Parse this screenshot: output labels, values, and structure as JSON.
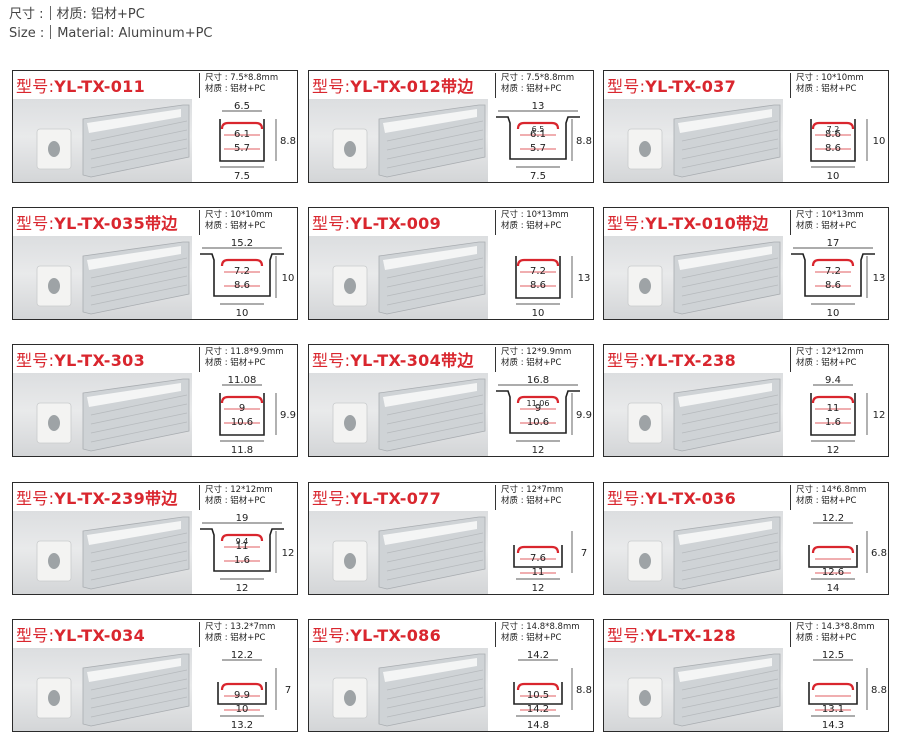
{
  "header": {
    "size_label_cn": "尺寸 :",
    "material_cn": "材质: 铝材+PC",
    "size_label_en": "Size :",
    "material_en": "Material: Aluminum+PC"
  },
  "cards": [
    {
      "prefix": "型号:",
      "model": "YL-TX-011",
      "size": "尺寸 : 7.5*8.8mm",
      "material": "材质 : 铝材+PC",
      "dims": {
        "top": "6.5",
        "inner1": "6.1",
        "inner2": "5.7",
        "height": "8.8",
        "bottom": "7.5"
      },
      "variant": "u"
    },
    {
      "prefix": "型号:",
      "model": "YL-TX-012带边",
      "size": "尺寸 : 7.5*8.8mm",
      "material": "材质 : 铝材+PC",
      "dims": {
        "top": "13",
        "inner0": "6.5",
        "inner1": "6.1",
        "inner2": "5.7",
        "height": "8.8",
        "bottom": "7.5"
      },
      "variant": "flange"
    },
    {
      "prefix": "型号:",
      "model": "YL-TX-037",
      "size": "尺寸 : 10*10mm",
      "material": "材质 : 铝材+PC",
      "dims": {
        "inner0": "7.2",
        "inner1": "8.6",
        "inner2": "8.6",
        "height": "10",
        "bottom": "10"
      },
      "variant": "u"
    },
    {
      "prefix": "型号:",
      "model": "YL-TX-035带边",
      "size": "尺寸 : 10*10mm",
      "material": "材质 : 铝材+PC",
      "dims": {
        "top": "15.2",
        "inner1": "7.2",
        "inner2": "8.6",
        "height": "10",
        "bottom": "10"
      },
      "variant": "flange"
    },
    {
      "prefix": "型号:",
      "model": "YL-TX-009",
      "size": "尺寸 : 10*13mm",
      "material": "材质 : 铝材+PC",
      "dims": {
        "inner1": "7.2",
        "inner2": "8.6",
        "height": "13",
        "bottom": "10"
      },
      "variant": "u"
    },
    {
      "prefix": "型号:",
      "model": "YL-TX-010带边",
      "size": "尺寸 : 10*13mm",
      "material": "材质 : 铝材+PC",
      "dims": {
        "top": "17",
        "inner1": "7.2",
        "inner2": "8.6",
        "height": "13",
        "bottom": "10"
      },
      "variant": "flange"
    },
    {
      "prefix": "型号:",
      "model": "YL-TX-303",
      "size": "尺寸 : 11.8*9.9mm",
      "material": "材质 : 铝材+PC",
      "dims": {
        "top": "11.08",
        "inner1": "9",
        "inner2": "10.6",
        "height": "9.9",
        "bottom": "11.8"
      },
      "variant": "u"
    },
    {
      "prefix": "型号:",
      "model": "YL-TX-304带边",
      "size": "尺寸 : 12*9.9mm",
      "material": "材质 : 铝材+PC",
      "dims": {
        "top": "16.8",
        "inner0": "11.06",
        "inner1": "9",
        "inner2": "10.6",
        "height": "9.9",
        "bottom": "12"
      },
      "variant": "flange"
    },
    {
      "prefix": "型号:",
      "model": "YL-TX-238",
      "size": "尺寸 : 12*12mm",
      "material": "材质 : 铝材+PC",
      "dims": {
        "top": "9.4",
        "inner1": "11",
        "inner2": "1.6",
        "height": "12",
        "bottom": "12"
      },
      "variant": "u"
    },
    {
      "prefix": "型号:",
      "model": "YL-TX-239带边",
      "size": "尺寸 : 12*12mm",
      "material": "材质 : 铝材+PC",
      "dims": {
        "top": "19",
        "inner0": "9.4",
        "inner1": "11",
        "inner2": "1.6",
        "height": "12",
        "bottom": "12"
      },
      "variant": "flange"
    },
    {
      "prefix": "型号:",
      "model": "YL-TX-077",
      "size": "尺寸 : 12*7mm",
      "material": "材质 : 铝材+PC",
      "dims": {
        "inner1": "7.6",
        "inner2": "11",
        "height": "7",
        "bottom": "12"
      },
      "variant": "flat"
    },
    {
      "prefix": "型号:",
      "model": "YL-TX-036",
      "size": "尺寸 : 14*6.8mm",
      "material": "材质 : 铝材+PC",
      "dims": {
        "top": "12.2",
        "inner2": "12.6",
        "height": "6.8",
        "bottom": "14"
      },
      "variant": "flat"
    },
    {
      "prefix": "型号:",
      "model": "YL-TX-034",
      "size": "尺寸 : 13.2*7mm",
      "material": "材质 : 铝材+PC",
      "dims": {
        "top": "12.2",
        "inner1": "9.9",
        "inner2": "10",
        "height": "7",
        "bottom": "13.2"
      },
      "variant": "flat"
    },
    {
      "prefix": "型号:",
      "model": "YL-TX-086",
      "size": "尺寸 : 14.8*8.8mm",
      "material": "材质 : 铝材+PC",
      "dims": {
        "top": "14.2",
        "inner1": "10.5",
        "inner2": "14.2",
        "height": "8.8",
        "bottom": "14.8"
      },
      "variant": "flat"
    },
    {
      "prefix": "型号:",
      "model": "YL-TX-128",
      "size": "尺寸 : 14.3*8.8mm",
      "material": "材质 : 铝材+PC",
      "dims": {
        "top": "12.5",
        "inner2": "13.1",
        "height": "8.8",
        "bottom": "14.3"
      },
      "variant": "flat"
    }
  ]
}
